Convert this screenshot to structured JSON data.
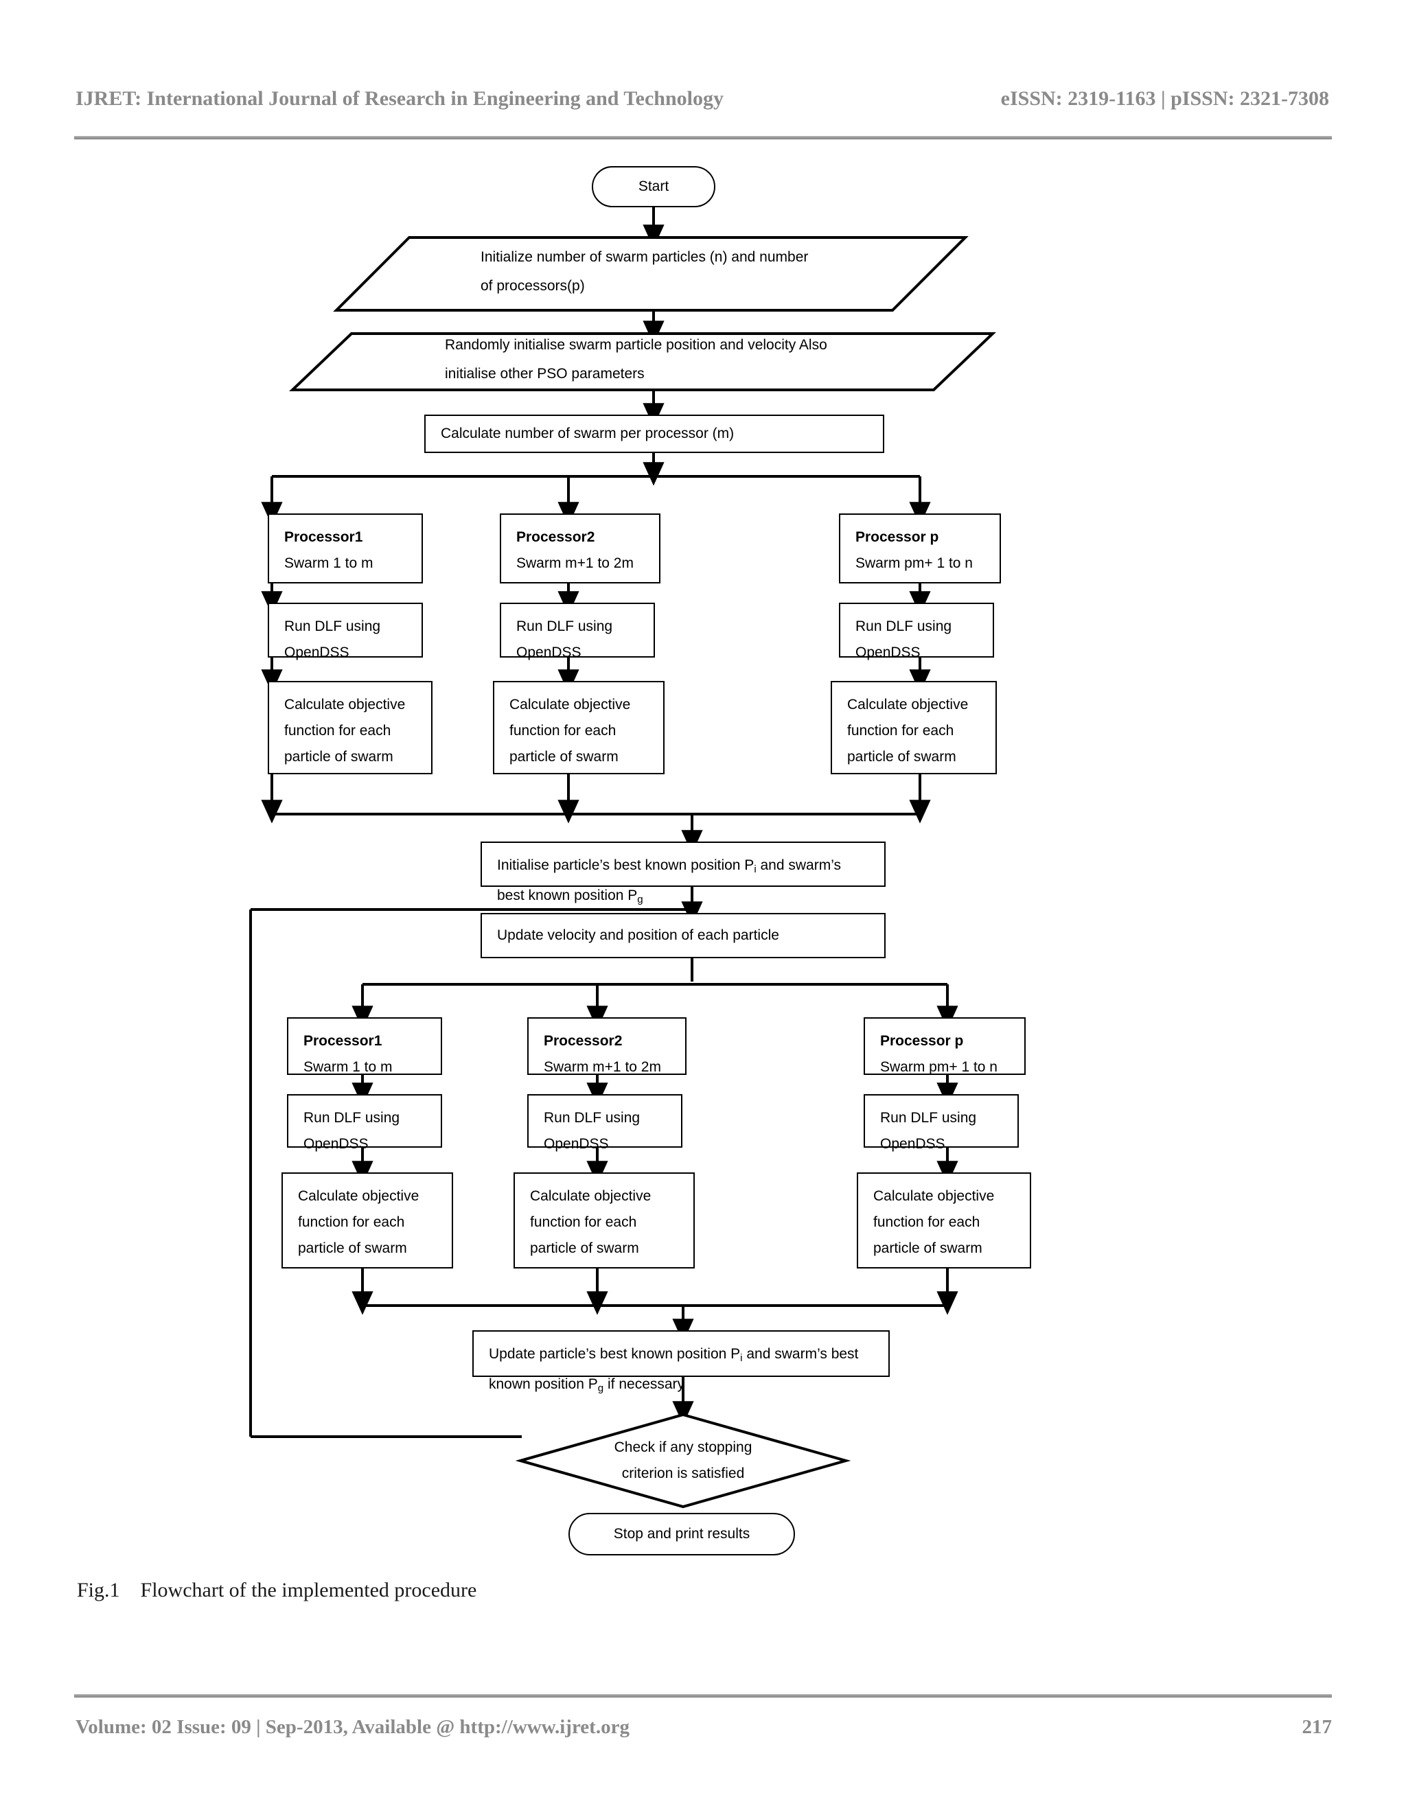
{
  "header": {
    "title": "IJRET: International Journal of Research in Engineering and Technology",
    "issn": "eISSN: 2319-1163 | pISSN: 2321-7308"
  },
  "footer": {
    "text": "Volume: 02 Issue: 09 | Sep-2013, Available @ http://www.ijret.org",
    "page": "217"
  },
  "figure": {
    "caption": "Fig.1    Flowchart of the implemented procedure"
  },
  "flowchart": {
    "start": "Start",
    "io_initialize": "Initialize number of swarm particles  (n) and number\nof processors(p)",
    "io_random": "Randomly initialise   swarm particle position  and velocity Also\ninitialise  other PSO parameters",
    "calc_per_processor": "Calculate number of swarm per processor (m)",
    "group1": {
      "processors": [
        {
          "title": "Processor1",
          "swarm": "Swarm  1 to m",
          "dlf": "Run  DLF    using\nOpenDSS",
          "objective": "Calculate objective\nfunction for each\nparticle of swarm"
        },
        {
          "title": "Processor2",
          "swarm": "Swarm  m+1 to  2m",
          "dlf": "Run  DLF    using\nOpenDSS",
          "objective": "Calculate objective\nfunction for each\nparticle of swarm"
        },
        {
          "title": "Processor p",
          "swarm": "Swarm pm+ 1 to n",
          "dlf": "Run  DLF    using\nOpenDSS",
          "objective": "Calculate objective\nfunction for each\nparticle of swarm"
        }
      ]
    },
    "init_best": {
      "line1_a": "Initialise particle’s best known position P",
      "line1_sub": "i",
      "line1_b": " and swarm’s",
      "line2_a": "best known position P",
      "line2_sub": "g"
    },
    "update_velocity": "Update velocity and position of each particle",
    "group2": {
      "processors": [
        {
          "title": "Processor1",
          "swarm": "Swarm  1 to m",
          "dlf": "Run  DLF    using\nOpenDSS",
          "objective": "Calculate objective\nfunction for each\nparticle of swarm"
        },
        {
          "title": "Processor2",
          "swarm": "Swarm  m+1 to  2m",
          "dlf": "Run  DLF    using\nOpenDSS",
          "objective": "Calculate objective\nfunction for each\nparticle of swarm"
        },
        {
          "title": "Processor p",
          "swarm": "Swarm pm+ 1 to n",
          "dlf": "Run  DLF    using\nOpenDSS",
          "objective": "Calculate objective\nfunction for each\nparticle of swarm"
        }
      ]
    },
    "update_best": {
      "line1_a": "Update particle’s best known position P",
      "line1_sub": "i",
      "line1_b": " and swarm’s best",
      "line2_a": "known position P",
      "line2_sub": "g",
      "line2_b": "  if necessary"
    },
    "decision": "Check if any stopping\ncriterion is satisfied",
    "stop": "Stop and print results"
  }
}
